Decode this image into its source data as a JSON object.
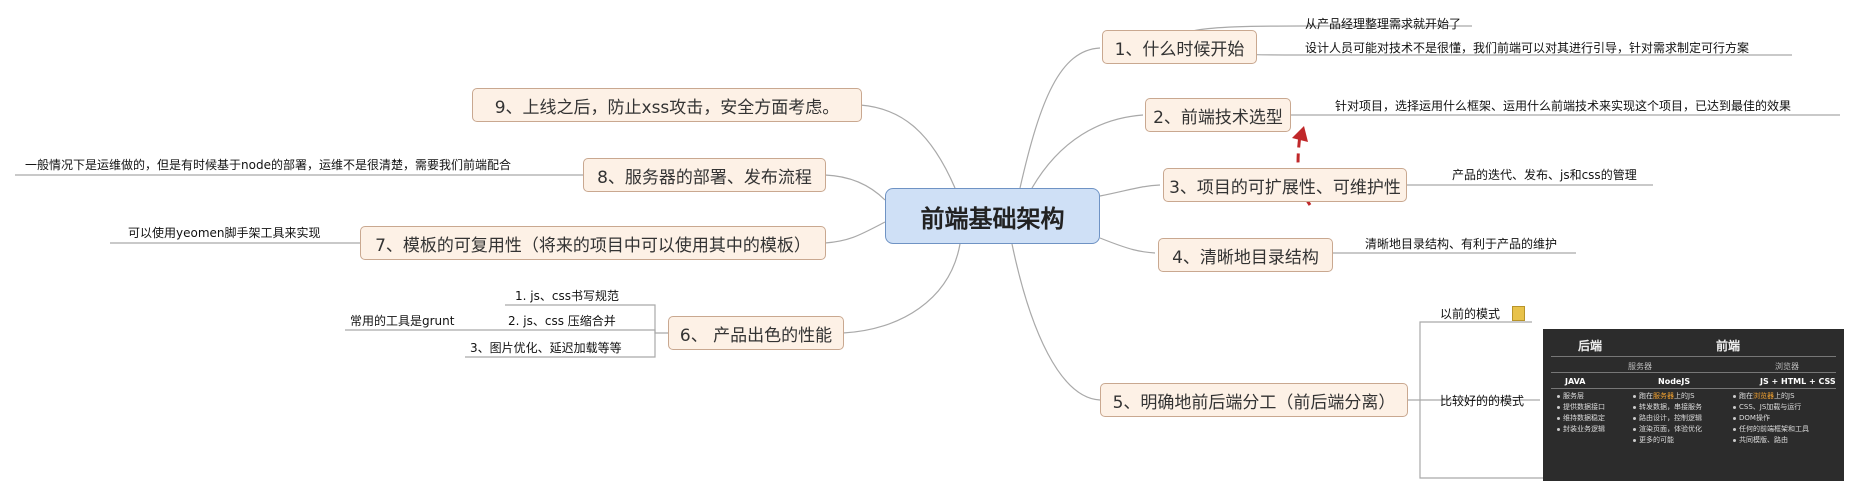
{
  "center": {
    "title": "前端基础架构"
  },
  "branches": {
    "b1": {
      "label": "1、什么时候开始",
      "notes": [
        "从产品经理整理需求就开始了",
        "设计人员可能对技术不是很懂，我们前端可以对其进行引导，针对需求制定可行方案"
      ]
    },
    "b2": {
      "label": "2、前端技术选型",
      "notes": [
        "针对项目，选择运用什么框架、运用什么前端技术来实现这个项目，已达到最佳的效果"
      ]
    },
    "b3": {
      "label": "3、项目的可扩展性、可维护性",
      "notes": [
        "产品的迭代、发布、js和css的管理"
      ]
    },
    "b4": {
      "label": "4、清晰地目录结构",
      "notes": [
        "清晰地目录结构、有利于产品的维护"
      ]
    },
    "b5": {
      "label": "5、明确地前后端分工（前后端分离）",
      "notes": [
        "以前的模式",
        "比较好的的模式"
      ]
    },
    "b6": {
      "label": "6、 产品出色的性能",
      "subs": [
        "1. js、css书写规范",
        "2. js、css 压缩合并",
        "3、图片优化、延迟加载等等"
      ],
      "subnote": "常用的工具是grunt"
    },
    "b7": {
      "label": "7、模板的可复用性（将来的项目中可以使用其中的模板）",
      "notes": [
        "可以使用yeomen脚手架工具来实现"
      ]
    },
    "b8": {
      "label": "8、服务器的部署、发布流程",
      "notes": [
        "一般情况下是运维做的，但是有时候基于node的部署，运维不是很清楚，需要我们前端配合"
      ]
    },
    "b9": {
      "label": "9、上线之后，防止xss攻击，安全方面考虑。"
    }
  },
  "comparison_image": {
    "backend": "后端",
    "frontend": "前端",
    "server": "服务器",
    "browser": "浏览器",
    "col_java": "JAVA",
    "col_node": "NodeJS",
    "col_web": "JS + HTML + CSS",
    "java_items": [
      "服务层",
      "提供数据接口",
      "维持数据稳定",
      "封装业务逻辑"
    ],
    "node_items_pre": "跑在",
    "node_items_hl": "服务器",
    "node_items_post": "上的JS",
    "node_items": [
      "转发数据，串接服务",
      "路由设计，控制逻辑",
      "渲染页面，体验优化",
      "更多的可能"
    ],
    "web_items_pre": "跑在",
    "web_items_hl": "浏览器",
    "web_items_post": "上的JS",
    "web_items": [
      "CSS、JS加载与运行",
      "DOM操作",
      "任何的前端框架和工具",
      "共同模版、路由"
    ]
  },
  "colors": {
    "node_fill": "#fdf1e6",
    "node_border": "#c9a890",
    "center_fill": "#cfe0f6",
    "center_border": "#6f93c4",
    "connector": "#a9a9a9",
    "arrow": "#c0282a",
    "note_icon": "#e8c24a"
  },
  "icons": [
    "note-icon"
  ]
}
